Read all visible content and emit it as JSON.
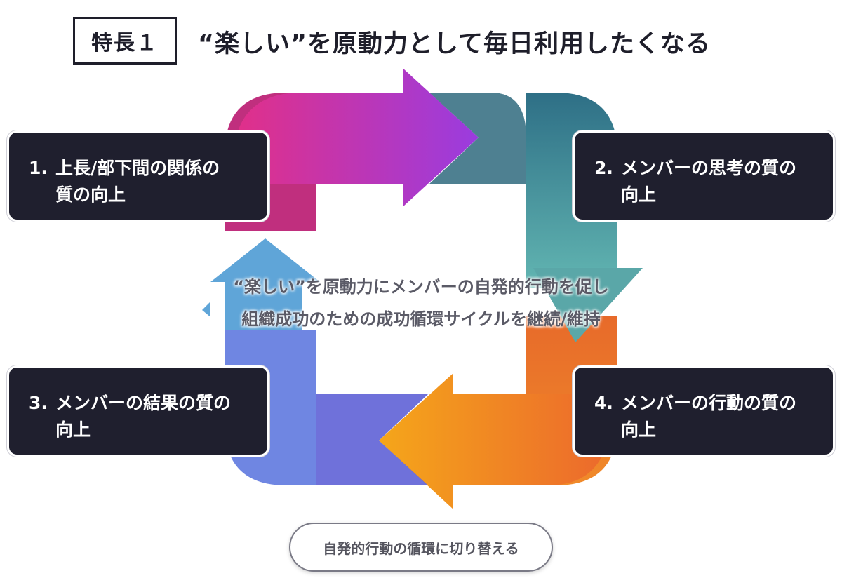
{
  "header": {
    "badge": "特長１",
    "title": "“楽しい”を原動力として毎日利用したくなる"
  },
  "nodes": [
    {
      "num": "1.",
      "line1": "上長/部下間の関係の",
      "line2": "質の向上"
    },
    {
      "num": "2.",
      "line1": "メンバーの思考の質の",
      "line2": "向上"
    },
    {
      "num": "3.",
      "line1": "メンバーの結果の質の",
      "line2": "向上"
    },
    {
      "num": "4.",
      "line1": "メンバーの行動の質の",
      "line2": "向上"
    }
  ],
  "center": {
    "line1": "“楽しい”を原動力にメンバーの自発的行動を促し",
    "line2": "組織成功のための成功循環サイクルを継続/維持"
  },
  "footer": {
    "label": "自発的行動の循環に切り替える"
  },
  "colors": {
    "top_start": "#e0308a",
    "top_end": "#9a3cdf",
    "right_start": "#2e6f86",
    "right_end": "#5fb3b3",
    "bottom_start": "#f5a01c",
    "bottom_end": "#ed6b2a",
    "left_start": "#6b6ee8",
    "left_end": "#58a7d3",
    "node_bg": "#1f1f2e"
  }
}
